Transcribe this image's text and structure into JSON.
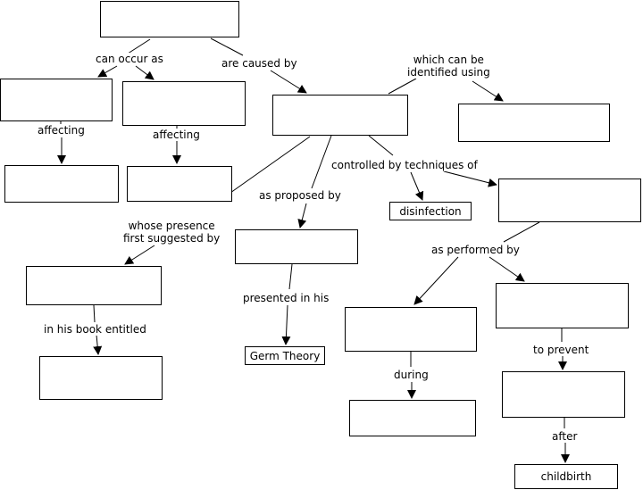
{
  "nodes": {
    "germ_theory": "Germ Theory",
    "disinfection": "disinfection",
    "childbirth": "childbirth"
  },
  "link_labels": {
    "can_occur_as": "can occur as",
    "are_caused_by": "are caused by",
    "which_can_be_identified_using": "which can be\nidentified using",
    "affecting_left": "affecting",
    "affecting_right": "affecting",
    "controlled_by_techniques_of": "controlled by techniques of",
    "as_proposed_by": "as proposed by",
    "whose_presence_first_suggested_by": "whose presence\nfirst suggested by",
    "as_performed_by": "as performed by",
    "presented_in_his": "presented in his",
    "in_his_book_entitled": "in his book entitled",
    "during": "during",
    "to_prevent": "to prevent",
    "after": "after"
  }
}
